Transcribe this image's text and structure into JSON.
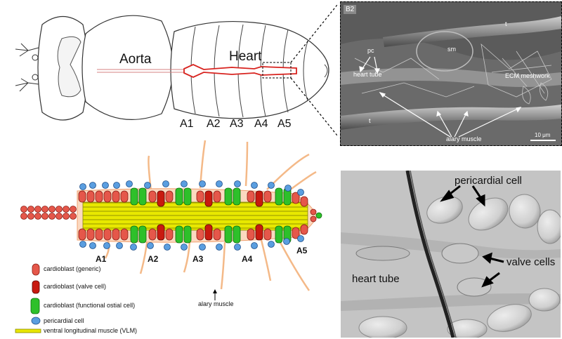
{
  "fly": {
    "aorta": "Aorta",
    "heart": "Heart",
    "segments": [
      "A1",
      "A2",
      "A3",
      "A4",
      "A5"
    ]
  },
  "sem": {
    "panel_label": "B2",
    "labels": {
      "pc": "pc",
      "sm": "sm",
      "t_top": "t",
      "heart_tube": "heart tube",
      "ecm": "ECM meshwork",
      "t_bottom": "t",
      "alary": "alary muscle",
      "scale": "10 μm"
    }
  },
  "schematic": {
    "segments": [
      "A1",
      "A2",
      "A3",
      "A4",
      "A5"
    ],
    "alary_label": "alary muscle",
    "legend": [
      {
        "icon": "cardioblast-generic-icon",
        "label": "cardioblast (generic)",
        "color": "#e5574a"
      },
      {
        "icon": "cardioblast-valve-icon",
        "label": "cardioblast (valve cell)",
        "color": "#c81a10"
      },
      {
        "icon": "cardioblast-ostial-icon",
        "label": "cardioblast (functional ostial cell)",
        "color": "#2ec02a"
      },
      {
        "icon": "pericardial-cell-icon",
        "label": "pericardial cell",
        "color": "#5a9ee0"
      },
      {
        "icon": "vlm-icon",
        "label": "ventral longitudinal muscle (VLM)",
        "color": "#e8e600"
      }
    ]
  },
  "micro": {
    "pericardial": "pericardial cell",
    "valve": "valve cells",
    "heart_tube": "heart tube"
  }
}
